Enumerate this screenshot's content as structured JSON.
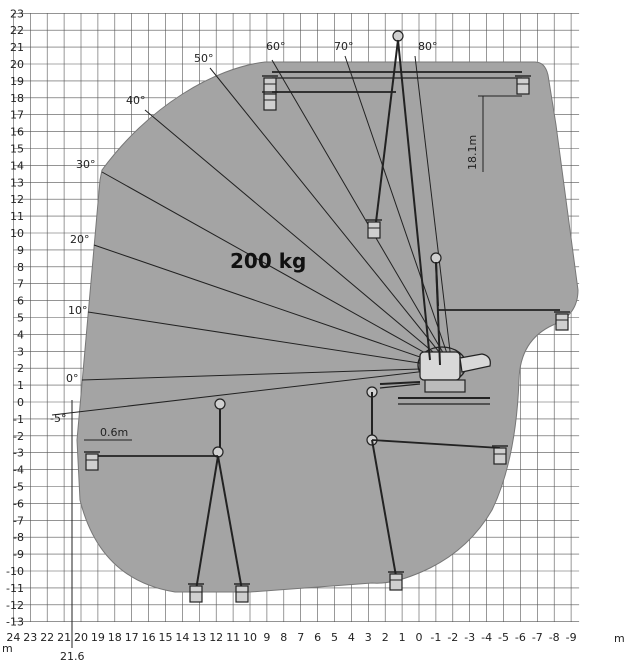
{
  "diagram": {
    "capacity_label": "200 kg",
    "x_unit": "m",
    "y_ticks": [
      23,
      22,
      21,
      20,
      19,
      18,
      17,
      16,
      15,
      14,
      13,
      12,
      11,
      10,
      9,
      8,
      7,
      6,
      5,
      4,
      3,
      2,
      1,
      0,
      -1,
      -2,
      -3,
      -4,
      -5,
      -6,
      -7,
      -8,
      -9,
      -10,
      -11,
      -12,
      -13
    ],
    "x_ticks": [
      24,
      23,
      22,
      21,
      20,
      19,
      18,
      17,
      16,
      15,
      14,
      13,
      12,
      11,
      10,
      9,
      8,
      7,
      6,
      5,
      4,
      3,
      2,
      1,
      0,
      -1,
      -2,
      -3,
      -4,
      -5,
      -6,
      -7,
      -8,
      -9
    ],
    "angle_labels": [
      {
        "text": "-5°",
        "angle": -5
      },
      {
        "text": "0°",
        "angle": 0
      },
      {
        "text": "10°",
        "angle": 10
      },
      {
        "text": "20°",
        "angle": 20
      },
      {
        "text": "30°",
        "angle": 30
      },
      {
        "text": "40°",
        "angle": 40
      },
      {
        "text": "50°",
        "angle": 50
      },
      {
        "text": "60°",
        "angle": 60
      },
      {
        "text": "70°",
        "angle": 70
      },
      {
        "text": "80°",
        "angle": 80
      }
    ],
    "max_height_label": "18.1m",
    "max_outreach_label": "21.6",
    "basket_width_label": "0.6m"
  }
}
